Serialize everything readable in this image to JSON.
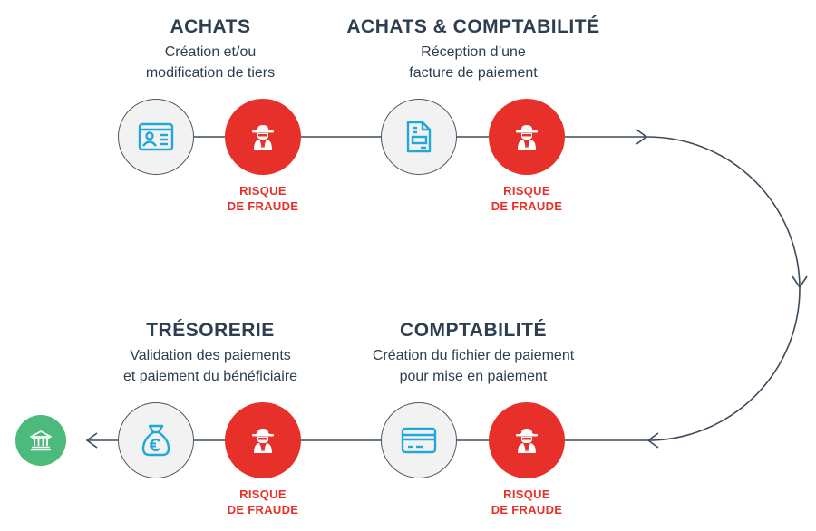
{
  "colors": {
    "text": "#2d3e50",
    "line": "#3d4b5a",
    "risk": "#e8302a",
    "neutral_node": "#f2f2f3",
    "icon_blue": "#1fa8d8",
    "bank_green": "#4cba7a"
  },
  "steps": [
    {
      "heading": "ACHATS",
      "description_line1": "Création et/ou",
      "description_line2": "modification de tiers",
      "icon": "id-card-icon",
      "risk_line1": "RISQUE",
      "risk_line2": "DE FRAUDE"
    },
    {
      "heading": "ACHATS & COMPTABILITÉ",
      "description_line1": "Réception d’une",
      "description_line2": "facture de paiement",
      "icon": "invoice-document-icon",
      "risk_line1": "RISQUE",
      "risk_line2": "DE FRAUDE"
    },
    {
      "heading": "COMPTABILITÉ",
      "description_line1": "Création du fichier de paiement",
      "description_line2": "pour mise en paiement",
      "icon": "credit-card-icon",
      "risk_line1": "RISQUE",
      "risk_line2": "DE FRAUDE"
    },
    {
      "heading": "TRÉSORERIE",
      "description_line1": "Validation des paiements",
      "description_line2": "et paiement du bénéficiaire",
      "icon": "euro-money-bag-icon",
      "risk_line1": "RISQUE",
      "risk_line2": "DE FRAUDE"
    }
  ],
  "risk_icon": "spy-fraudster-icon",
  "end_icon": "bank-icon"
}
